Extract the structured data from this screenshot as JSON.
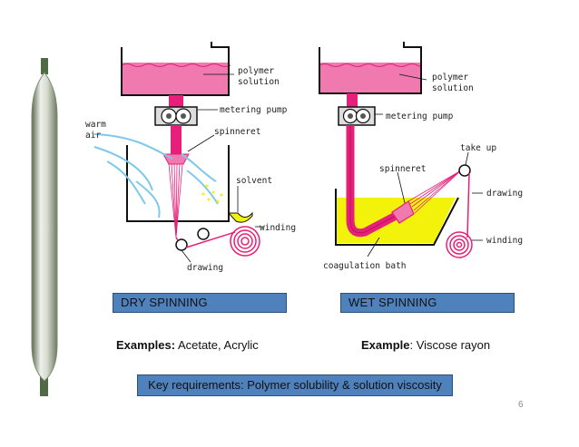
{
  "diagram": {
    "dry": {
      "polymer_solution": [
        "polymer",
        "solution"
      ],
      "metering_pump": "metering pump",
      "warm_air": [
        "warm",
        "air"
      ],
      "spinneret": "spinneret",
      "solvent": "solvent",
      "winding": "winding",
      "drawing": "drawing"
    },
    "wet": {
      "polymer_solution": [
        "polymer",
        "solution"
      ],
      "metering_pump": "metering pump",
      "take_up": "take up",
      "spinneret": "spinneret",
      "drawing": "drawing",
      "winding": "winding",
      "coagulation_bath": "coagulation bath"
    }
  },
  "labels": {
    "dry_spinning": "DRY SPINNING",
    "wet_spinning": "WET SPINNING"
  },
  "examples": {
    "dry_prefix": "Examples:",
    "dry_values": " Acetate, Acrylic",
    "wet_prefix": "Example",
    "wet_values": ": Viscose rayon"
  },
  "key_requirements": "Key requirements: Polymer solubility & solution viscosity",
  "page_number": "6",
  "colors": {
    "magenta": "#e6207a",
    "pink": "#f07ab0",
    "yellow": "#f2f20a",
    "box_blue": "#4f81bd",
    "air_blue": "#7ec8e8"
  }
}
